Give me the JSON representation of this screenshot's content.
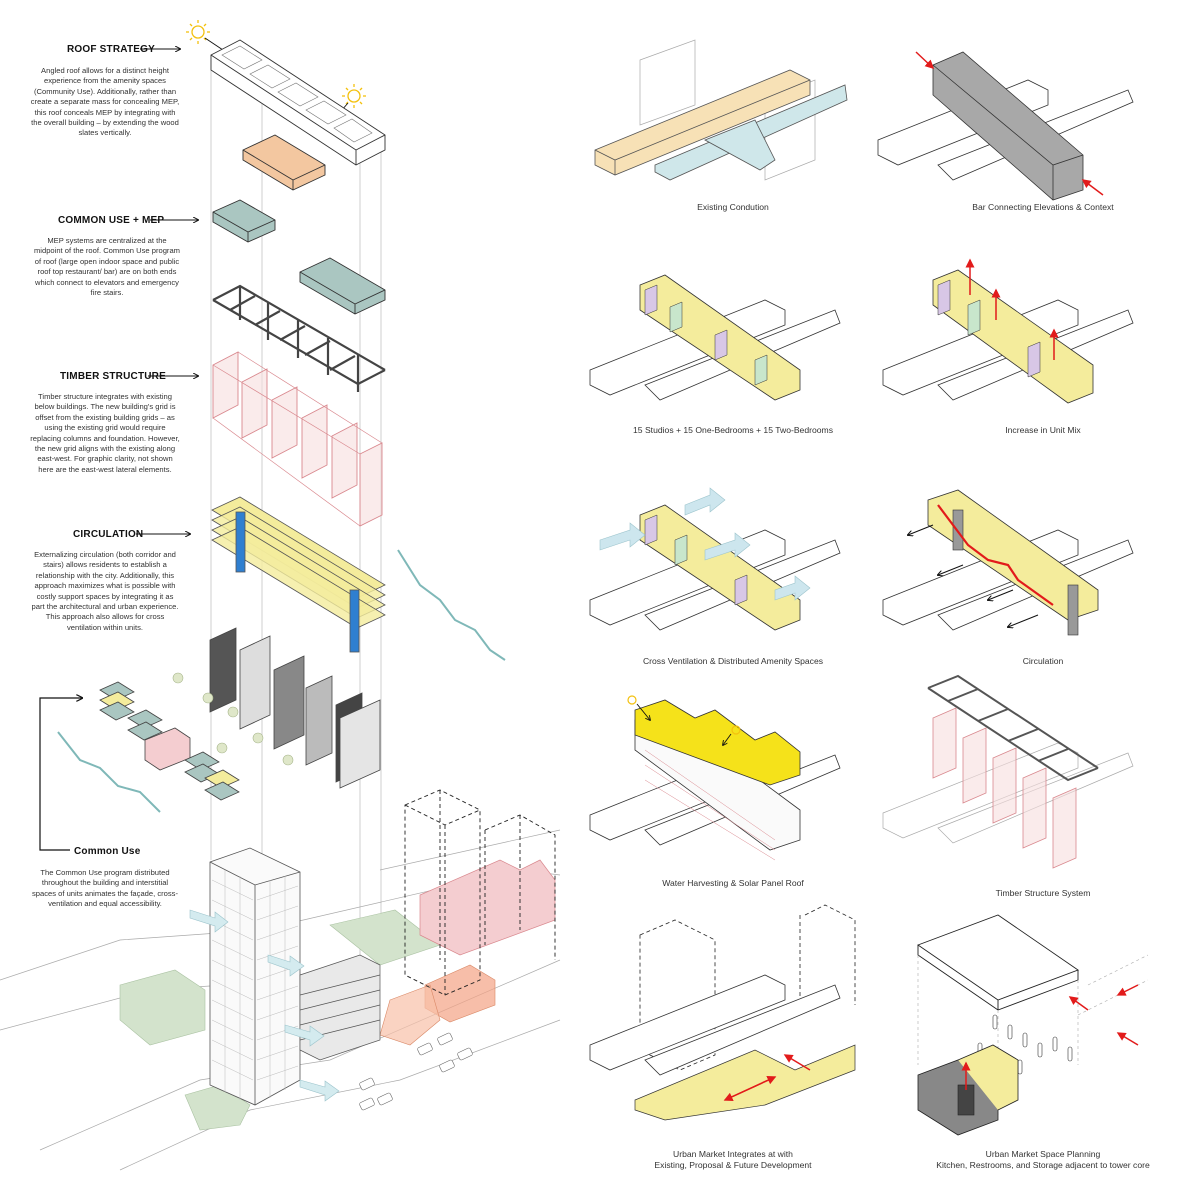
{
  "left_column": {
    "sections": [
      {
        "id": "roof",
        "heading": "ROOF STRATEGY",
        "text": "Angled roof allows for a distinct height experience from the amenity spaces (Community Use). Additionally, rather than create a separate mass for concealing MEP, this roof conceals MEP by integrating with the overall building – by extending the wood slates vertically."
      },
      {
        "id": "mep",
        "heading": "COMMON USE + MEP",
        "text": "MEP systems are centralized at the midpoint of the roof. Common Use program of roof (large open indoor space and public roof top restaurant/ bar) are on both ends which connect to elevators and emergency fire stairs."
      },
      {
        "id": "timber",
        "heading": "TIMBER STRUCTURE",
        "text": "Timber structure integrates with existing below buildings. The new building's grid is offset from the existing building grids – as using the existing grid would require replacing columns and foundation. However, the new grid aligns with the existing along east-west. For graphic clarity, not shown here are the east-west lateral elements."
      },
      {
        "id": "circulation",
        "heading": "CIRCULATION",
        "text": "Externalizing circulation (both corridor and stairs) allows residents to establish a relationship with the city. Additionally, this approach maximizes what is possible with costly support spaces by integrating it as part the architectural and urban experience. This approach also allows for cross ventilation within units."
      },
      {
        "id": "common",
        "heading": "Common Use",
        "text": "The Common Use program distributed throughout the building and interstitial spaces of units animates the façade, cross-ventilation and equal accessibility."
      }
    ]
  },
  "panels": [
    {
      "caption": "Existing Condution"
    },
    {
      "caption": "Bar  Connecting Elevations & Context"
    },
    {
      "caption": "15 Studios + 15 One-Bedrooms + 15 Two-Bedrooms"
    },
    {
      "caption": "Increase in Unit Mix"
    },
    {
      "caption": "Cross Ventilation & Distributed Amenity Spaces"
    },
    {
      "caption": "Circulation"
    },
    {
      "caption": "Water  Harvesting & Solar Panel Roof"
    },
    {
      "caption": "Timber Structure System"
    },
    {
      "caption": "Urban Market Integrates at with\nExisting, Proposal & Future Development"
    },
    {
      "caption": "Urban Market Space Planning\nKitchen, Restrooms, and Storage adjacent to tower core"
    }
  ],
  "colors": {
    "yellow": "#f4ec9c",
    "solar_yellow": "#f5e21a",
    "peach": "#f3c7a0",
    "salmon": "#f4a384",
    "teal": "#aac6c1",
    "light_blue": "#cfe7ea",
    "pink": "#f4cdd0",
    "lavender": "#d8c7e6",
    "mint": "#c8e6cc",
    "red": "#e21b1b",
    "core_blue": "#2f7fd0"
  }
}
